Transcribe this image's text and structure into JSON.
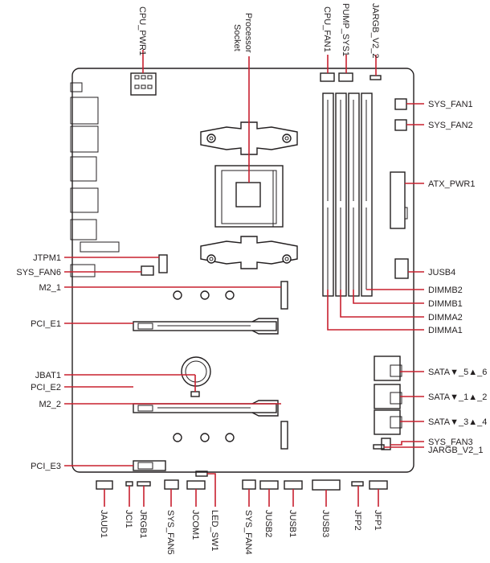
{
  "labels": {
    "cpu_pwr1": "CPU_PWR1",
    "processor": "Processor",
    "socket": "Socket",
    "cpu_fan1": "CPU_FAN1",
    "pump_sys1": "PUMP_SYS1",
    "jargb_v2_2": "JARGB_V2_2",
    "sys_fan1": "SYS_FAN1",
    "sys_fan2": "SYS_FAN2",
    "atx_pwr1": "ATX_PWR1",
    "jusb4": "JUSB4",
    "dimmb2": "DIMMB2",
    "dimmb1": "DIMMB1",
    "dimma2": "DIMMA2",
    "dimma1": "DIMMA1",
    "sata_56": "SATA▼_5▲_6",
    "sata_12": "SATA▼_1▲_2",
    "sata_34": "SATA▼_3▲_4",
    "sys_fan3": "SYS_FAN3",
    "jargb_v2_1": "JARGB_V2_1",
    "jtpm1": "JTPM1",
    "sys_fan6": "SYS_FAN6",
    "m2_1": "M2_1",
    "pci_e1": "PCI_E1",
    "jbat1": "JBAT1",
    "pci_e2": "PCI_E2",
    "m2_2": "M2_2",
    "pci_e3": "PCI_E3",
    "jaud1": "JAUD1",
    "jci1": "JCI1",
    "jrgb1": "JRGB1",
    "sys_fan5": "SYS_FAN5",
    "jcom1": "JCOM1",
    "led_sw1": "LED_SW1",
    "sys_fan4": "SYS_FAN4",
    "jusb2": "JUSB2",
    "jusb1": "JUSB1",
    "jusb3": "JUSB3",
    "jfp2": "JFP2",
    "jfp1": "JFP1"
  },
  "colors": {
    "outline": "#231f20",
    "leader": "#c8202f",
    "background": "#ffffff"
  }
}
